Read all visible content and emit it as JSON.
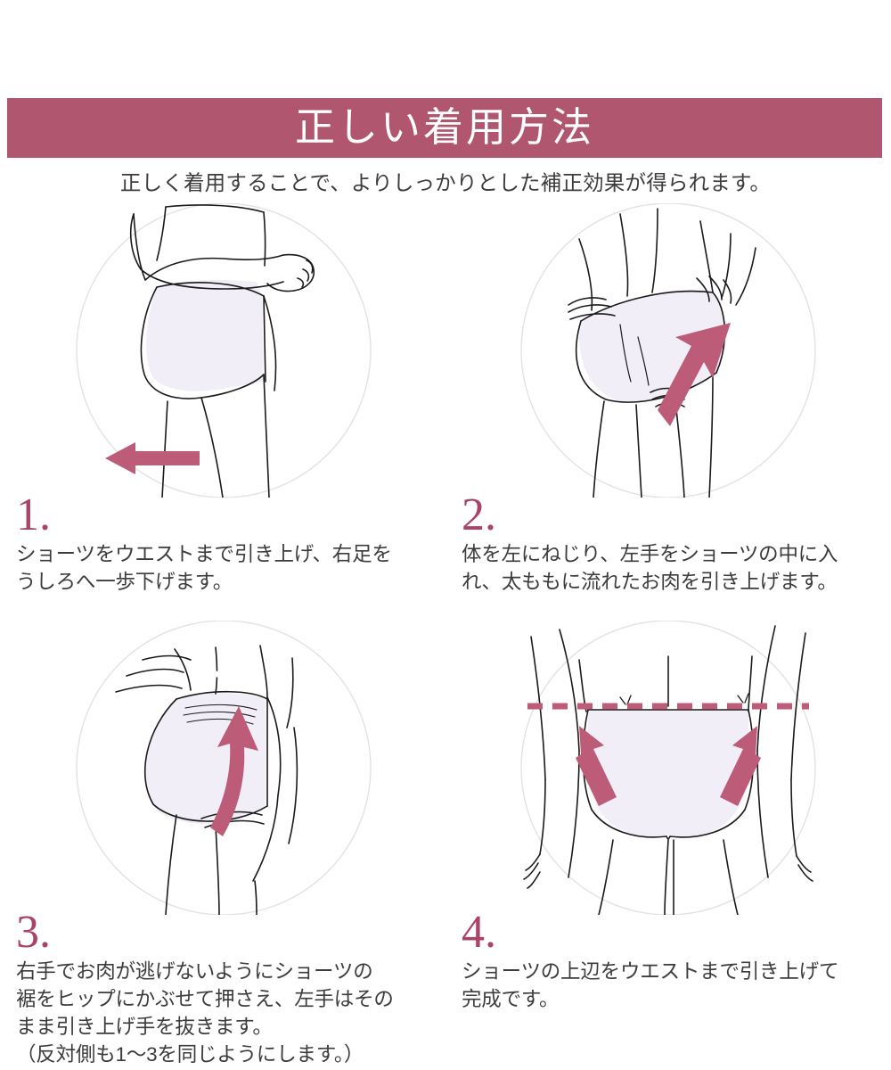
{
  "header": {
    "title": "正しい着用方法",
    "band_color": "#b0566f",
    "title_color": "#ffffff"
  },
  "subtitle": "正しく着用することで、よりしっかりとした補正効果が得られます。",
  "colors": {
    "accent_rose": "#b0566f",
    "arrow_rose": "#bd5c79",
    "number_rose": "#a94466",
    "garment_fill": "#f2eef8",
    "line_art": "#1a1a1a",
    "circle_outline": "#e6e0dc",
    "text": "#3c3c3c"
  },
  "steps": [
    {
      "number": "1.",
      "illustration": "side-view-pulling-shorts-to-waist",
      "arrow": "left-straight-arrow",
      "lines": [
        "ショーツをウエストまで引き上げ、右足を",
        "うしろへ一歩下げます。"
      ]
    },
    {
      "number": "2.",
      "illustration": "rear-view-twisting-body-hand-inside-shorts",
      "arrow": "diagonal-up-left-arrow",
      "lines": [
        "体を左にねじり、左手をショーツの中に入",
        "れ、太ももに流れたお肉を引き上げます。"
      ]
    },
    {
      "number": "3.",
      "illustration": "rear-view-covering-hip-with-hem",
      "arrow": "curved-up-arrow",
      "lines": [
        "右手でお肉が逃げないようにショーツの",
        "裾をヒップにかぶせて押さえ、左手はその",
        "まま引き上げ手を抜きます。",
        "（反対側も1〜3を同じようにします。）"
      ]
    },
    {
      "number": "4.",
      "illustration": "rear-view-finished-waistline",
      "arrow": "two-up-arrows-with-dashed-waistline",
      "lines": [
        "ショーツの上辺をウエストまで引き上げて",
        "完成です。"
      ]
    }
  ]
}
